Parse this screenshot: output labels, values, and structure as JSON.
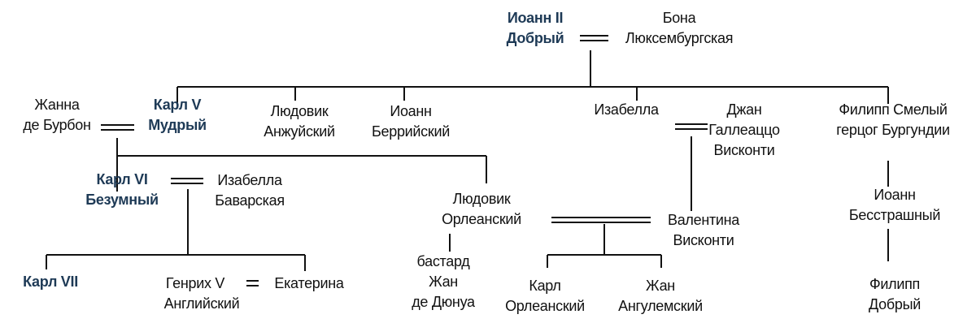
{
  "title": "Family tree of the House of Valois",
  "colors": {
    "royal": "#1e3a56",
    "text": "#111111",
    "line": "#111111"
  },
  "people": {
    "ioann2": {
      "line1": "Иоанн II",
      "line2": "Добрый",
      "royal": true
    },
    "bona": {
      "line1": "Бона",
      "line2": "Люксембургская"
    },
    "zhanna": {
      "line1": "Жанна",
      "line2": "де Бурбон"
    },
    "karl5": {
      "line1": "Карл V",
      "line2": "Мудрый",
      "royal": true
    },
    "ludovik_anj": {
      "line1": "Людовик",
      "line2": "Анжуйский"
    },
    "ioann_berr": {
      "line1": "Иоанн",
      "line2": "Беррийский"
    },
    "izabella": {
      "line1": "Изабелла"
    },
    "dzhan": {
      "line1": "Джан",
      "line2": "Галлеаццо",
      "line3": "Висконти"
    },
    "filipp_smely": {
      "line1": "Филипп Смелый",
      "line2": "герцог Бургундии"
    },
    "karl6": {
      "line1": "Карл VI",
      "line2": "Безумный",
      "royal": true
    },
    "izabella_bav": {
      "line1": "Изабелла",
      "line2": "Баварская"
    },
    "ludovik_orl": {
      "line1": "Людовик",
      "line2": "Орлеанский"
    },
    "valentina": {
      "line1": "Валентина",
      "line2": "Висконти"
    },
    "ioann_besstr": {
      "line1": "Иоанн",
      "line2": "Бесстрашный"
    },
    "karl7": {
      "line1": "Карл VII",
      "royal": true
    },
    "genrih5": {
      "line1": "Генрих V",
      "line2": "Английский"
    },
    "ekaterina": {
      "line1": "Екатерина"
    },
    "bastard": {
      "line1": "бастард",
      "line2": "Жан",
      "line3": "де Дюнуа"
    },
    "karl_orl": {
      "line1": "Карл",
      "line2": "Орлеанский"
    },
    "zhan_ang": {
      "line1": "Жан",
      "line2": "Ангулемский"
    },
    "filipp_dobry": {
      "line1": "Филипп",
      "line2": "Добрый"
    }
  }
}
